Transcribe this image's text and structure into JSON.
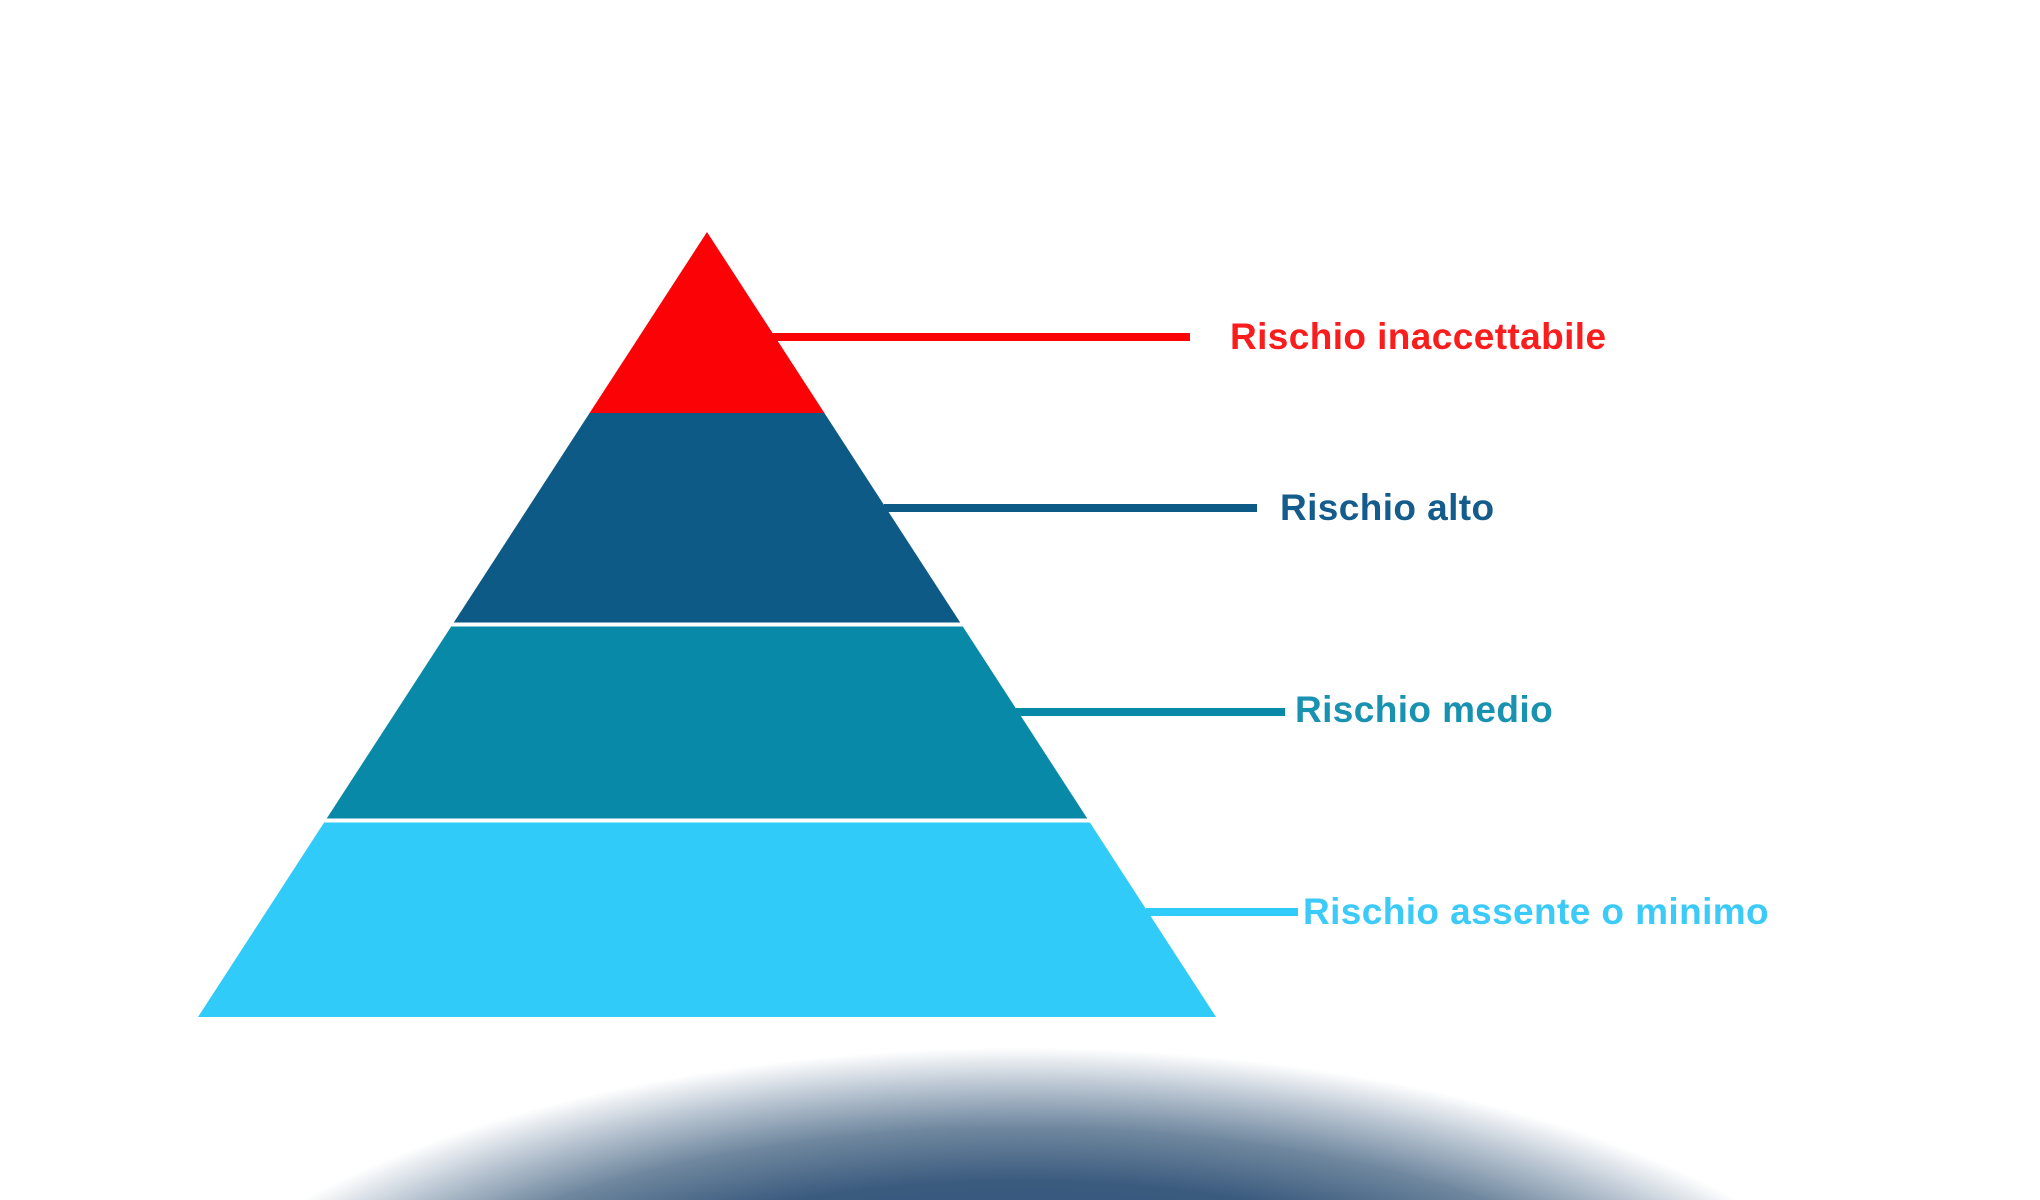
{
  "diagram": {
    "type": "risk-pyramid",
    "background_color": "#FFFFFF",
    "shadow_color": "#35577C",
    "levels": [
      {
        "label": "Rischio inaccettabile",
        "fill": "#FB0306",
        "text_color": "#FA1D1D"
      },
      {
        "label": "Rischio alto",
        "fill": "#0E5A86",
        "text_color": "#135C8C"
      },
      {
        "label": "Rischio medio",
        "fill": "#0889A8",
        "text_color": "#1991B0"
      },
      {
        "label": "Rischio assente o minimo",
        "fill": "#30CBF8",
        "text_color": "#3CCAF8"
      }
    ]
  }
}
